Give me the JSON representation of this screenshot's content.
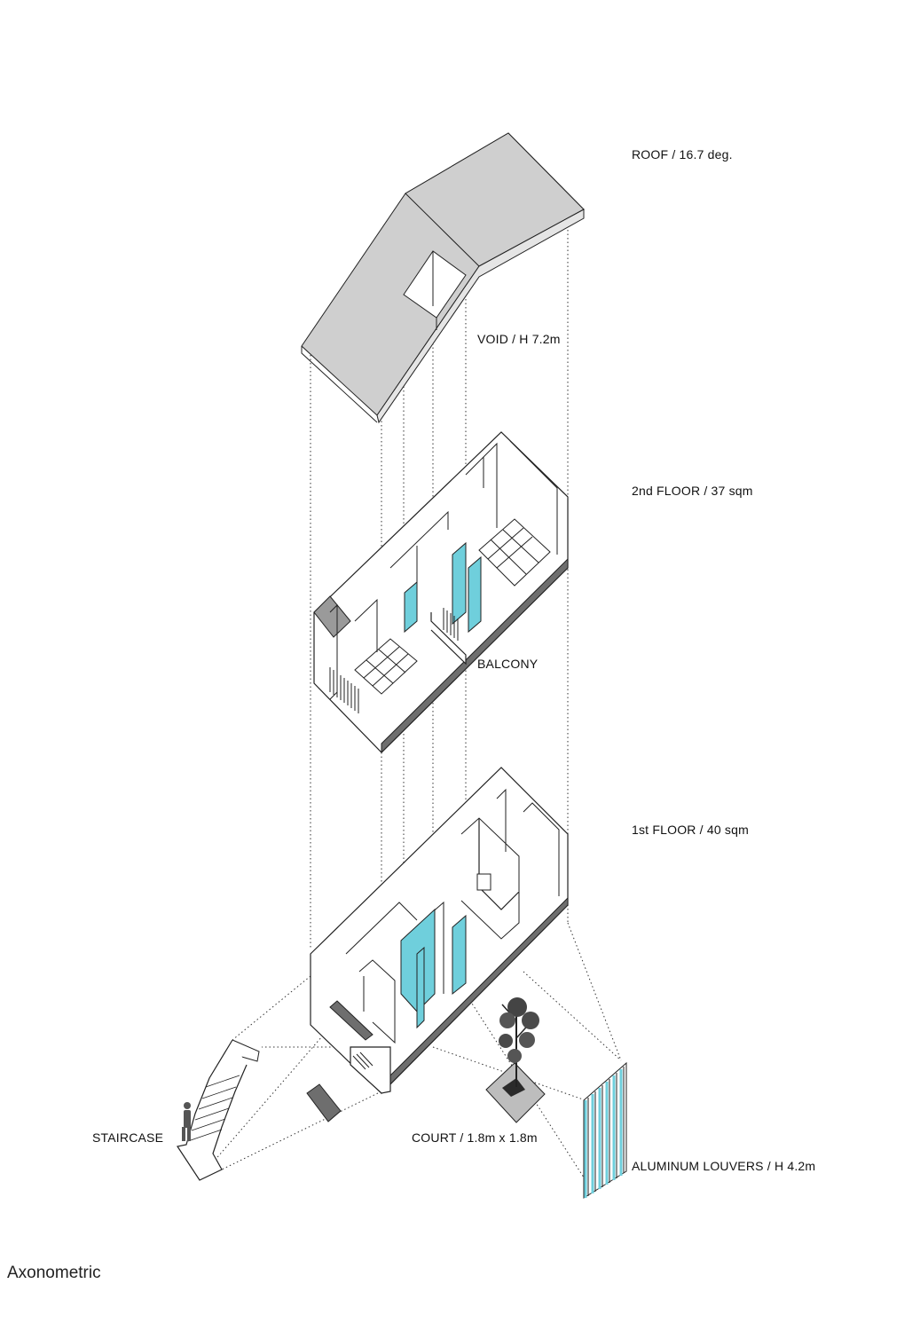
{
  "labels": {
    "roof": "ROOF / 16.7 deg.",
    "void": "VOID / H 7.2m",
    "second_floor": "2nd FLOOR / 37 sqm",
    "balcony": "BALCONY",
    "first_floor": "1st FLOOR / 40 sqm",
    "staircase": "STAIRCASE",
    "court": "COURT / 1.8m x 1.8m",
    "louvers": "ALUMINUM LOUVERS / H 4.2m"
  },
  "caption": "Axonometric",
  "colors": {
    "glass": "#6fcfdc",
    "roof": "#cfcfcf",
    "section_fill": "#6e6e6e",
    "line": "#222222"
  }
}
